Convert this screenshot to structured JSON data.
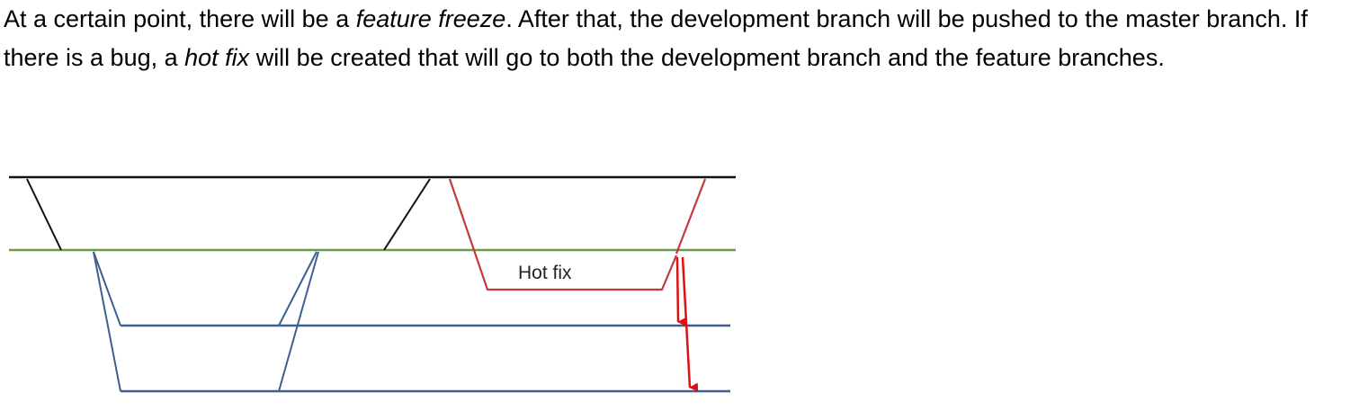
{
  "paragraph": {
    "p1": "At a certain point, there will be a ",
    "em1": "feature freeze",
    "p2": ". After that, the development branch will be pushed to the master branch. If there is a bug, a ",
    "em2": "hot fix",
    "p3": " will be created that will go to both the development branch and the feature branches."
  },
  "diagram": {
    "hotfix_label": "Hot fix",
    "colors": {
      "master": "#111111",
      "development": "#6a9a4f",
      "feature": "#3f5f8f",
      "hotfix": "#c23b3b",
      "arrow": "#e01010"
    }
  }
}
